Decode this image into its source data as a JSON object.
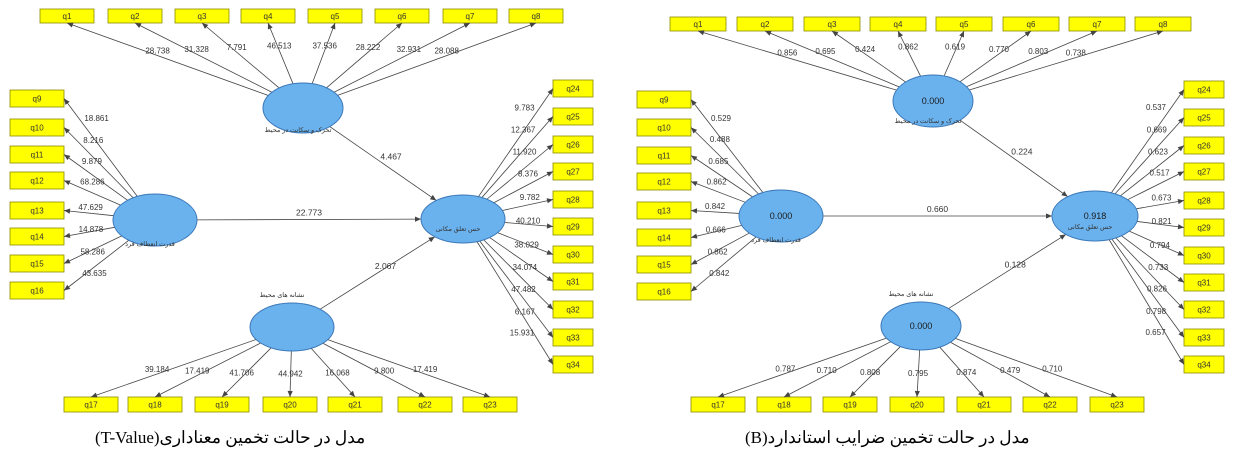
{
  "captions": {
    "left": "مدل در حالت تخمین معناداری(T-Value)",
    "right": "مدل در حالت تخمین ضرایب استاندارد(B)"
  },
  "colors": {
    "box_fill": "#ffff00",
    "box_stroke": "#8a8a00",
    "ellipse_fill": "#6ab2ee",
    "ellipse_stroke": "#3b78b8",
    "line": "#444444",
    "text": "#333333"
  },
  "latent_labels": {
    "mobility": "تحرک و سکانت در محیط",
    "individual": "قدرت انعطاف فرد",
    "environment": "نشانه های محیط",
    "belonging": "حس تعلق مکانی"
  },
  "left_model": {
    "mobility_items": [
      "q1",
      "q2",
      "q3",
      "q4",
      "q5",
      "q6",
      "q7",
      "q8"
    ],
    "mobility_values": [
      "28.738",
      "31.328",
      "7.791",
      "46.513",
      "37.536",
      "28.222",
      "32.931",
      "28.088"
    ],
    "individual_items": [
      "q9",
      "q10",
      "q11",
      "q12",
      "q13",
      "q14",
      "q15",
      "q16"
    ],
    "individual_values": [
      "18.861",
      "8.216",
      "9.879",
      "68.286",
      "47.629",
      "14.878",
      "58.286",
      "43.635"
    ],
    "environment_items": [
      "q17",
      "q18",
      "q19",
      "q20",
      "q21",
      "q22",
      "q23"
    ],
    "environment_values": [
      "39.184",
      "17.419",
      "41.706",
      "44.942",
      "16.068",
      "9.800",
      "17.419"
    ],
    "belonging_items": [
      "q24",
      "q25",
      "q26",
      "q27",
      "q28",
      "q29",
      "q30",
      "q31",
      "q32",
      "q33",
      "q34"
    ],
    "belonging_values": [
      "9.783",
      "12.367",
      "11.920",
      "8.376",
      "9.782",
      "40.210",
      "38.029",
      "34.074",
      "47.482",
      "6.167",
      "15.931"
    ],
    "paths": {
      "mobility": "4.467",
      "individual": "22.773",
      "environment": "2.067"
    },
    "r_squared": {
      "mobility": "",
      "individual": "",
      "environment": "",
      "belonging": ""
    }
  },
  "right_model": {
    "mobility_items": [
      "q1",
      "q2",
      "q3",
      "q4",
      "q5",
      "q6",
      "q7",
      "q8"
    ],
    "mobility_values": [
      "0.856",
      "0.695",
      "0.424",
      "0.862",
      "0.619",
      "0.770",
      "0.803",
      "0.738"
    ],
    "individual_items": [
      "q9",
      "q10",
      "q11",
      "q12",
      "q13",
      "q14",
      "q15",
      "q16"
    ],
    "individual_values": [
      "0.529",
      "0.488",
      "0.685",
      "0.862",
      "0.842",
      "0.666",
      "0.862",
      "0.842"
    ],
    "environment_items": [
      "q17",
      "q18",
      "q19",
      "q20",
      "q21",
      "q22",
      "q23"
    ],
    "environment_values": [
      "0.787",
      "0.710",
      "0.808",
      "0.795",
      "0.874",
      "0.479",
      "0.710"
    ],
    "belonging_items": [
      "q24",
      "q25",
      "q26",
      "q27",
      "q28",
      "q29",
      "q30",
      "q31",
      "q32",
      "q33",
      "q34"
    ],
    "belonging_values": [
      "0.537",
      "0.669",
      "0.623",
      "0.517",
      "0.673",
      "0.821",
      "0.794",
      "0.733",
      "0.826",
      "0.798",
      "0.657"
    ],
    "paths": {
      "mobility": "0.224",
      "individual": "0.660",
      "environment": "0.128"
    },
    "r_squared": {
      "mobility": "0.000",
      "individual": "0.000",
      "environment": "0.000",
      "belonging": "0.918"
    }
  }
}
